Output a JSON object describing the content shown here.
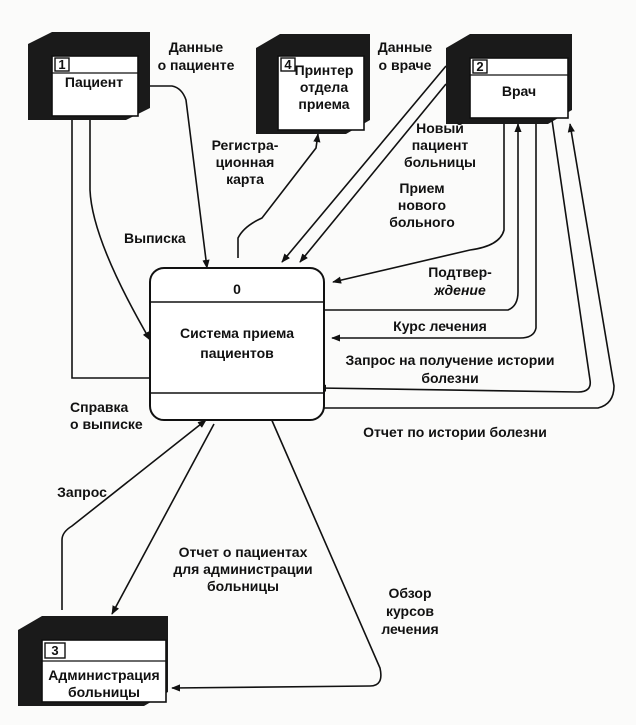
{
  "colors": {
    "ink": "#111111",
    "entity_front": "#ffffff",
    "entity_side": "#1a1a1a",
    "paper": "#fbfbfa"
  },
  "process": {
    "number": "0",
    "lines": [
      "Система приема",
      "пациентов"
    ]
  },
  "entities": {
    "patient": {
      "number": "1",
      "lines": [
        "Пациент"
      ]
    },
    "doctor": {
      "number": "2",
      "lines": [
        "Врач"
      ]
    },
    "admin": {
      "number": "3",
      "lines": [
        "Администрация",
        "больницы"
      ]
    },
    "printer": {
      "number": "4",
      "lines": [
        "Принтер",
        "отдела",
        "приема"
      ]
    }
  },
  "flows": {
    "patient_data": [
      "Данные",
      "о пациенте"
    ],
    "discharge": [
      "Выписка"
    ],
    "discharge_note": [
      "Справка",
      "о выписке"
    ],
    "reg_card": [
      "Регистра-",
      "ционная",
      "карта"
    ],
    "doctor_data": [
      "Данные",
      "о враче"
    ],
    "new_patient": [
      "Новый",
      "пациент",
      "больницы"
    ],
    "admit_new": [
      "Прием",
      "нового",
      "больного"
    ],
    "confirmation": [
      "Подтвер-",
      "ждение"
    ],
    "treatment": [
      "Курс лечения"
    ],
    "history_request": [
      "Запрос на получение истории",
      "болезни"
    ],
    "history_report": [
      "Отчет по истории болезни"
    ],
    "request": [
      "Запрос"
    ],
    "admin_report": [
      "Отчет о пациентах",
      "для администрации",
      "больницы"
    ],
    "treatment_review": [
      "Обзор",
      "курсов",
      "лечения"
    ]
  }
}
